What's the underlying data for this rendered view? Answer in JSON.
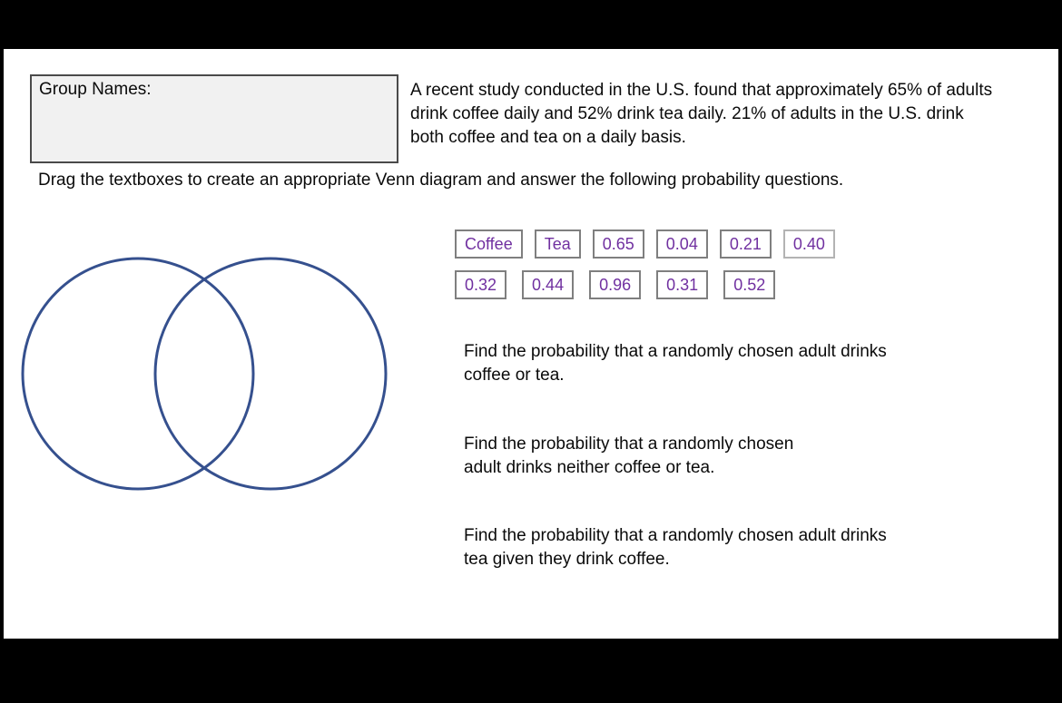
{
  "page": {
    "group_box_label": "Group Names:",
    "intro": {
      "line1": "A recent study conducted in the U.S. found that approximately 65% of adults",
      "line2": "drink coffee daily and 52% drink tea daily. 21% of adults in the U.S. drink",
      "line3": "both coffee and tea on a daily basis."
    },
    "instruction": "Drag the textboxes to create an appropriate Venn diagram and answer the following probability questions.",
    "textboxes": {
      "row1": [
        "Coffee",
        "Tea",
        "0.65",
        "0.04",
        "0.21",
        "0.40"
      ],
      "row2": [
        "0.32",
        "0.44",
        "0.96",
        "0.31",
        "0.52"
      ],
      "light_border_chips": [
        "0.40"
      ]
    },
    "questions": [
      {
        "line1": "Find the probability that a randomly chosen adult drinks",
        "line2": "coffee or tea."
      },
      {
        "line1": "Find the probability that a randomly chosen",
        "line2": "adult drinks neither coffee or tea."
      },
      {
        "line1": "Find the probability that a randomly chosen adult drinks",
        "line2": "tea given they drink coffee."
      }
    ],
    "colors": {
      "text_purple": "#7030A0",
      "circle_blue": "#35508E",
      "chip_border": "#7f7f7f",
      "chip_border_light": "#b3b3b3",
      "group_box_fill": "#f1f1f1"
    }
  }
}
